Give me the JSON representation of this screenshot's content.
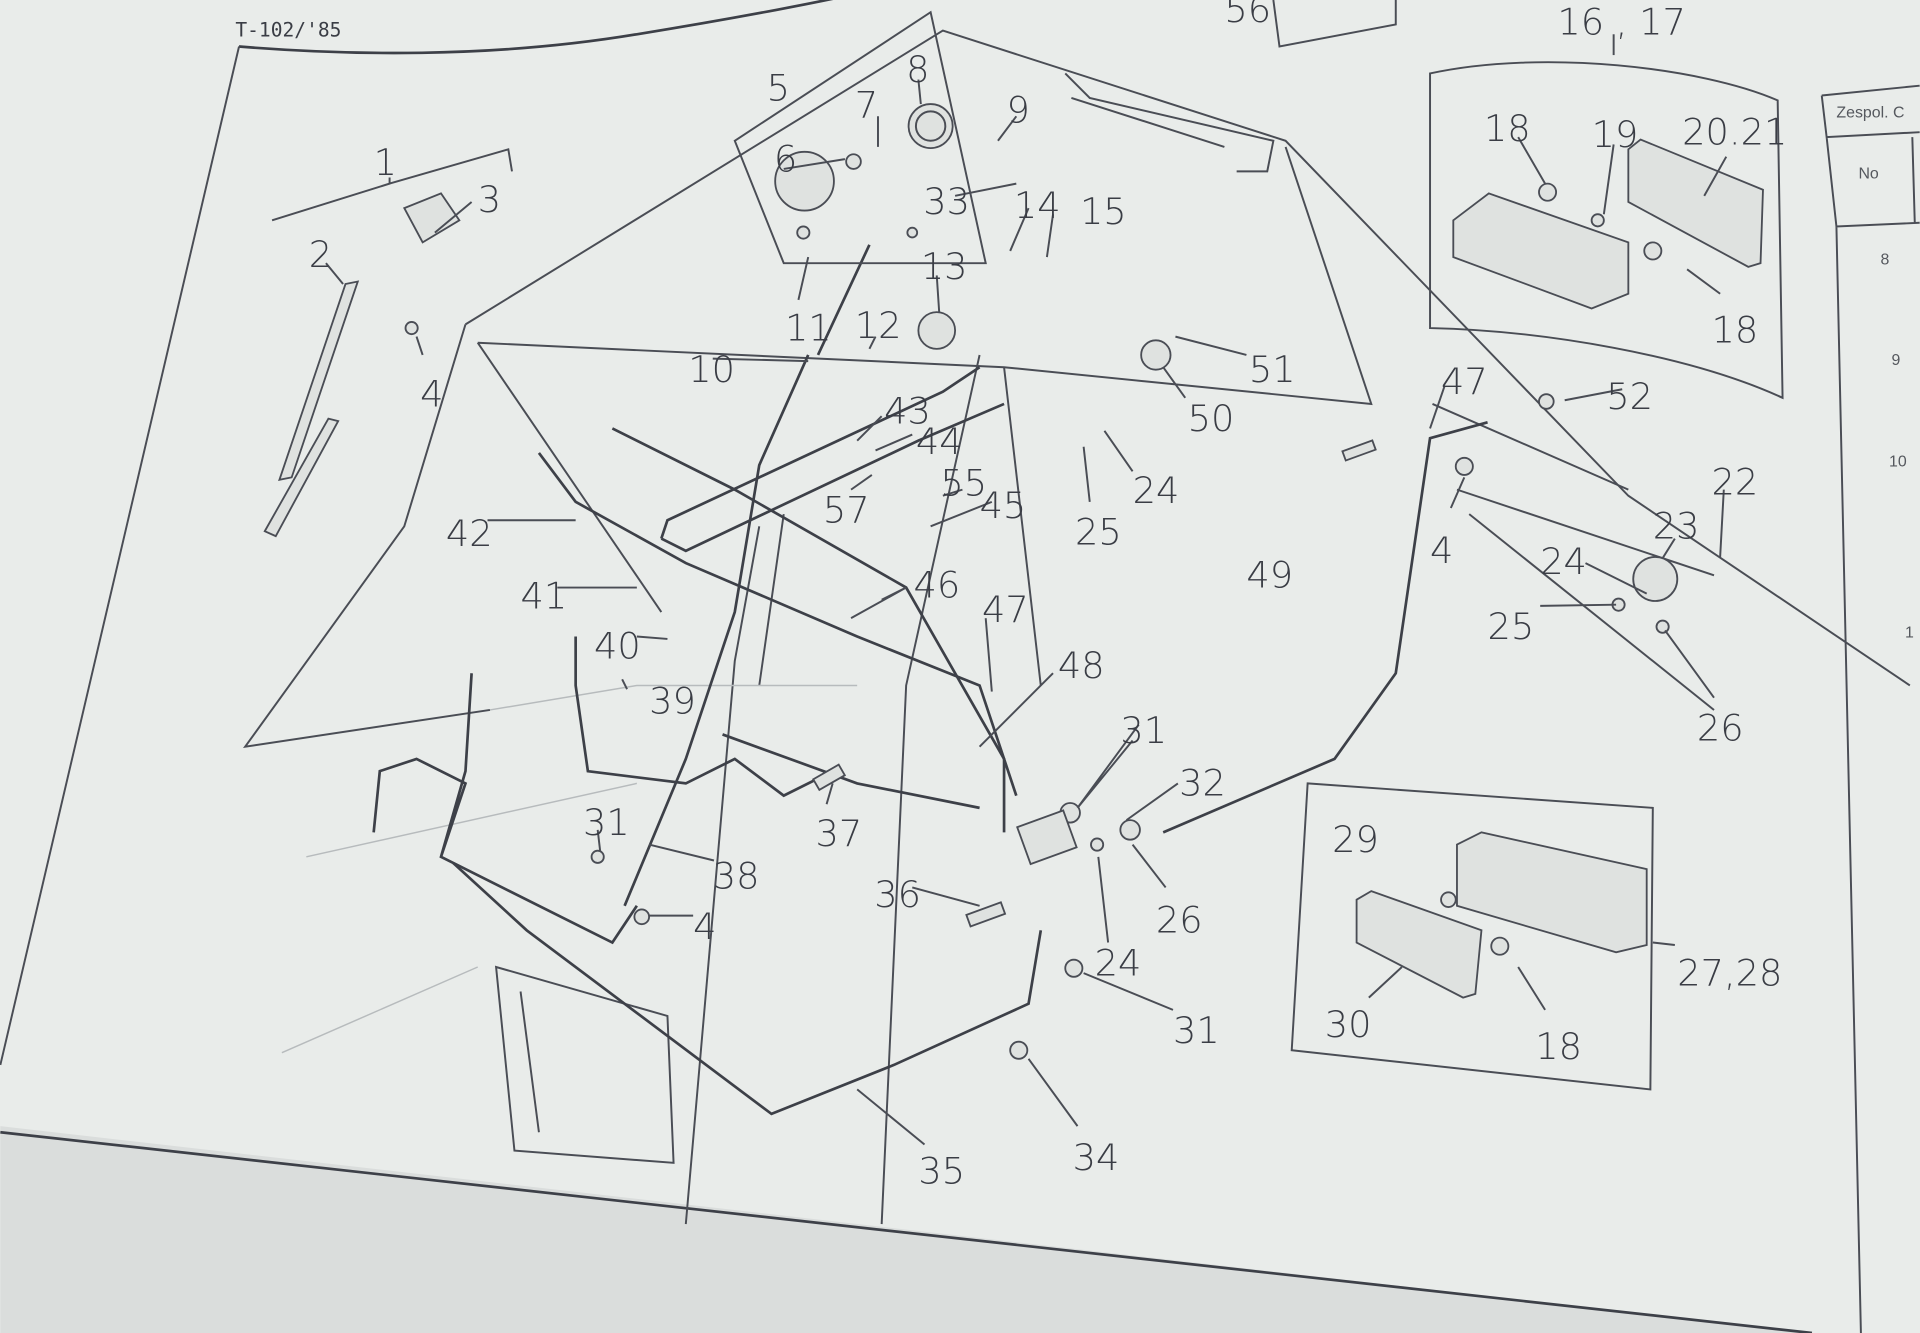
{
  "document_code": "T-102/'85",
  "part_labels": [
    "1",
    "2",
    "3",
    "4",
    "5",
    "6",
    "7",
    "8",
    "9",
    "10",
    "11",
    "12",
    "13",
    "33",
    "14",
    "15",
    "16 , 17",
    "18",
    "19",
    "20.21",
    "18",
    "51",
    "50",
    "47",
    "52",
    "43",
    "44",
    "57",
    "55",
    "45",
    "25",
    "24",
    "4",
    "22",
    "23",
    "24",
    "25",
    "26",
    "42",
    "41",
    "40",
    "46",
    "47",
    "49",
    "48",
    "39",
    "31",
    "32",
    "31",
    "37",
    "38",
    "4",
    "36",
    "26",
    "24",
    "31",
    "34",
    "35",
    "29",
    "27,28",
    "30",
    "18",
    "56"
  ],
  "side_table": {
    "header": "Zespol. C",
    "col_no": "No",
    "rows": [
      "8",
      "9",
      "10",
      "1"
    ]
  },
  "colors": {
    "paper": "#e9ecea",
    "ink": "#3d4048"
  }
}
